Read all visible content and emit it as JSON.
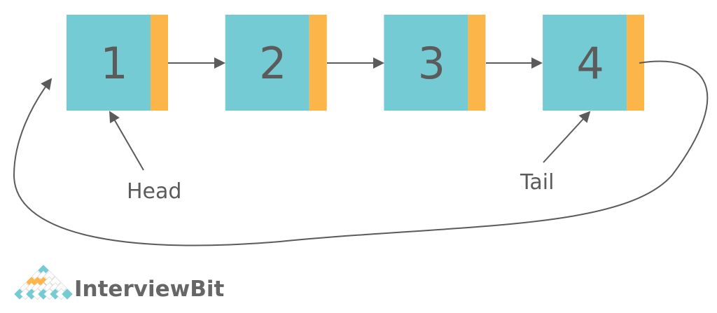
{
  "title": "Circular Singly Linked List",
  "nodes": [
    {
      "value": "1"
    },
    {
      "value": "2"
    },
    {
      "value": "3"
    },
    {
      "value": "4"
    }
  ],
  "labels": {
    "head": "Head",
    "tail": "Tail"
  },
  "logo": {
    "text": "InterviewBit"
  },
  "colors": {
    "data": "#74CBD4",
    "pointer": "#FBB549",
    "line": "#5b5b5b"
  }
}
